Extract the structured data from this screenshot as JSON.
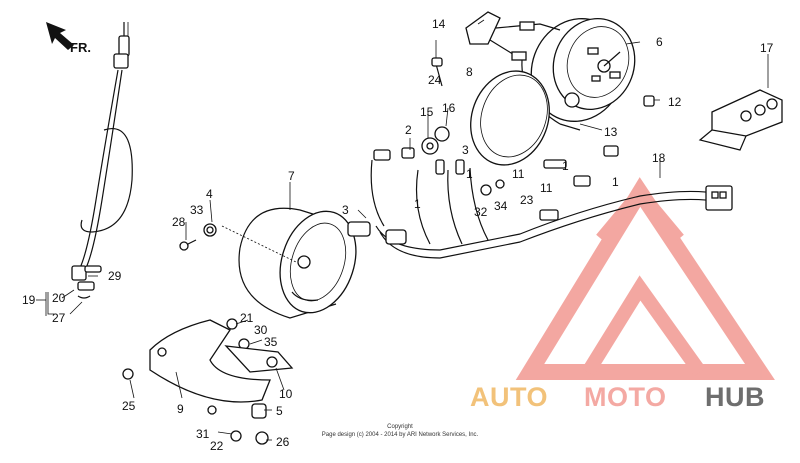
{
  "direction_label": "FR.",
  "callouts": [
    {
      "id": "c1",
      "text": "1"
    },
    {
      "id": "c2",
      "text": "1"
    },
    {
      "id": "c3",
      "text": "1"
    },
    {
      "id": "c4",
      "text": "1"
    },
    {
      "id": "c5",
      "text": "2"
    },
    {
      "id": "c6",
      "text": "3"
    },
    {
      "id": "c7",
      "text": "3"
    },
    {
      "id": "c8",
      "text": "4"
    },
    {
      "id": "c9",
      "text": "5"
    },
    {
      "id": "c10",
      "text": "6"
    },
    {
      "id": "c11",
      "text": "7"
    },
    {
      "id": "c12",
      "text": "8"
    },
    {
      "id": "c13",
      "text": "9"
    },
    {
      "id": "c14",
      "text": "10"
    },
    {
      "id": "c15",
      "text": "11"
    },
    {
      "id": "c16",
      "text": "11"
    },
    {
      "id": "c17",
      "text": "12"
    },
    {
      "id": "c18",
      "text": "13"
    },
    {
      "id": "c19",
      "text": "14"
    },
    {
      "id": "c20",
      "text": "15"
    },
    {
      "id": "c21",
      "text": "16"
    },
    {
      "id": "c22",
      "text": "17"
    },
    {
      "id": "c23",
      "text": "18"
    },
    {
      "id": "c24",
      "text": "19"
    },
    {
      "id": "c25",
      "text": "20"
    },
    {
      "id": "c26",
      "text": "21"
    },
    {
      "id": "c27",
      "text": "22"
    },
    {
      "id": "c28",
      "text": "23"
    },
    {
      "id": "c29",
      "text": "24"
    },
    {
      "id": "c30",
      "text": "25"
    },
    {
      "id": "c31",
      "text": "26"
    },
    {
      "id": "c32",
      "text": "27"
    },
    {
      "id": "c33",
      "text": "28"
    },
    {
      "id": "c34",
      "text": "29"
    },
    {
      "id": "c35",
      "text": "30"
    },
    {
      "id": "c36",
      "text": "31"
    },
    {
      "id": "c37",
      "text": "32"
    },
    {
      "id": "c38",
      "text": "33"
    },
    {
      "id": "c39",
      "text": "34"
    },
    {
      "id": "c40",
      "text": "35"
    }
  ],
  "copyright": {
    "line1": "Copyright",
    "line2": "Page design (c) 2004 - 2014 by ARI Network Services, Inc."
  },
  "watermark": {
    "part1": "AUTO",
    "part2": "MOTO",
    "part3": "HUB",
    "colors": {
      "auto": "#f2c27a",
      "moto": "#f4a9a3",
      "hub": "#6e6e6e",
      "logo": "#f08a82"
    }
  }
}
